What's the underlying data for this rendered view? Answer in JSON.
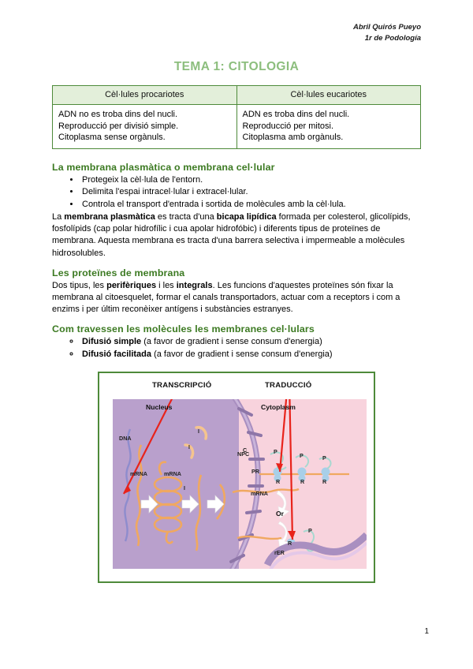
{
  "header": {
    "author": "Abril Quirós Pueyo",
    "course": "1r de Podología"
  },
  "title": "TEMA 1: CITOLOGIA",
  "table": {
    "headers": [
      "Cèl·lules procariotes",
      "Cèl·lules eucariotes"
    ],
    "columns": [
      [
        "ADN no es troba dins del nucli.",
        "Reproducció per divisió simple.",
        "Citoplasma sense orgànuls."
      ],
      [
        "ADN es troba dins del nucli.",
        "Reproducció per mitosi.",
        "Citoplasma amb orgànuls."
      ]
    ]
  },
  "sections": {
    "membrana": {
      "heading": "La membrana plasmàtica o membrana cel·lular",
      "bullets": [
        "Protegeix la cèl·lula de l'entorn.",
        "Delimita l'espai intracel·lular i extracel·lular.",
        "Controla el transport d'entrada i sortida de molècules amb la cèl·lula."
      ],
      "paragraph": {
        "p1": "La ",
        "b1": "membrana plasmàtica",
        "p2": " es tracta d'una ",
        "b2": "bicapa lipídica",
        "p3": " formada per colesterol, glicolípids, fosfolípids (cap polar hidrofílic i cua apolar hidrofóbic) i diferents tipus de proteïnes de membrana. Aquesta membrana es tracta d'una barrera selectiva i impermeable a molècules hidrosolubles."
      }
    },
    "proteines": {
      "heading": "Les proteïnes de membrana",
      "paragraph": {
        "p1": "Dos tipus, les ",
        "b1": "perifèriques",
        "p2": " i les ",
        "b2": "integrals",
        "p3": ". Les funcions d'aquestes proteïnes són fixar la membrana al citoesquelet, formar el canals transportadors, actuar com a receptors i com a enzims i per últim reconèixer antígens i substàncies estranyes."
      }
    },
    "travessen": {
      "heading": "Com travessen les molècules les membranes cel·lulars",
      "items": [
        {
          "bold": "Difusió simple",
          "rest": " (a favor de gradient i sense consum d'energia)"
        },
        {
          "bold": "Difusió facilitada",
          "rest": " (a favor de gradient i sense consum d'energia)"
        }
      ]
    }
  },
  "figure": {
    "label_transcripcio": "TRANSCRIPCIÓ",
    "label_traduccio": "TRADUCCIÓ",
    "nucleus": "Nucleus",
    "cytoplasm": "Cytoplasm",
    "dna": "DNA",
    "mrna_1": "mRNA",
    "mrna_2": "mRNA",
    "mrna_3": "mRNA",
    "npc": "NPC",
    "pr": "PR",
    "or": "Or",
    "rer": "rER",
    "c": "C",
    "p_1": "P",
    "p_2": "P",
    "p_3": "P",
    "p_4": "P",
    "r_1": "R",
    "r_2": "R",
    "r_3": "R",
    "r_4": "R",
    "i_1": "I",
    "i_2": "I",
    "i_3": "I"
  },
  "page_number": "1",
  "colors": {
    "title_green": "#8CBE7D",
    "heading_green": "#3C7A22",
    "table_border": "#4e8a3a",
    "table_header_bg": "#E3EFDA",
    "nucleus": "#b9a0cc",
    "cytoplasm": "#f8d3dd",
    "arrow_red": "#e8231b",
    "mrna_orange": "#f0a860"
  }
}
